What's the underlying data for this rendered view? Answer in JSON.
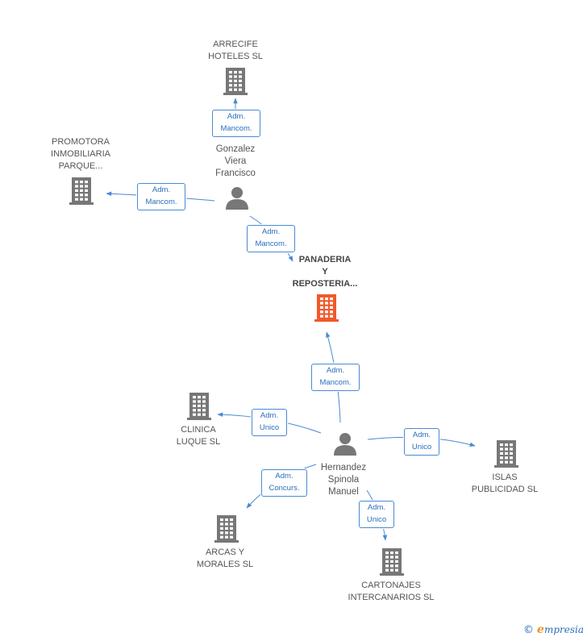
{
  "colors": {
    "edge": "#4a8ad4",
    "building": "#777777",
    "main_building": "#f0592a",
    "person": "#777777"
  },
  "companies": [
    {
      "id": "arrecife",
      "label": "ARRECIFE\nHOTELES SL",
      "icon": "building-icon"
    },
    {
      "id": "promotora",
      "label": "PROMOTORA\nINMOBILIARIA\nPARQUE...",
      "icon": "building-icon"
    },
    {
      "id": "panaderia",
      "label": "PANADERIA\nY\nREPOSTERIA...",
      "icon": "building-icon",
      "main": true
    },
    {
      "id": "clinica",
      "label": "CLINICA\nLUQUE SL",
      "icon": "building-icon"
    },
    {
      "id": "islas",
      "label": "ISLAS\nPUBLICIDAD SL",
      "icon": "building-icon"
    },
    {
      "id": "arcas",
      "label": "ARCAS Y\nMORALES  SL",
      "icon": "building-icon"
    },
    {
      "id": "cartonajes",
      "label": "CARTONAJES\nINTERCANARIOS SL",
      "icon": "building-icon"
    }
  ],
  "people": [
    {
      "id": "gonzalez",
      "label": "Gonzalez\nViera\nFrancisco",
      "icon": "person-icon"
    },
    {
      "id": "hernandez",
      "label": "Hernandez\nSpinola\nManuel",
      "icon": "person-icon"
    }
  ],
  "relations": [
    {
      "from": "gonzalez",
      "to": "arrecife",
      "label": "Adm.\nMancom."
    },
    {
      "from": "gonzalez",
      "to": "promotora",
      "label": "Adm.\nMancom."
    },
    {
      "from": "gonzalez",
      "to": "panaderia",
      "label": "Adm.\nMancom."
    },
    {
      "from": "hernandez",
      "to": "panaderia",
      "label": "Adm.\nMancom."
    },
    {
      "from": "hernandez",
      "to": "clinica",
      "label": "Adm.\nUnico"
    },
    {
      "from": "hernandez",
      "to": "islas",
      "label": "Adm.\nUnico"
    },
    {
      "from": "hernandez",
      "to": "arcas",
      "label": "Adm.\nConcurs."
    },
    {
      "from": "hernandez",
      "to": "cartonajes",
      "label": "Adm.\nUnico"
    }
  ],
  "brand": {
    "copyright": "©",
    "e": "e",
    "rest": "mpresia"
  }
}
